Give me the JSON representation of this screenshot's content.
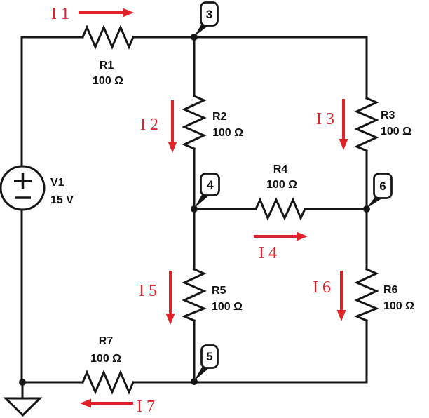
{
  "schematic": {
    "kind": "circuit-schematic",
    "colors": {
      "wire": "#161616",
      "current": "#e12229",
      "background": "#ffffff"
    },
    "voltage_source": {
      "name": "V1",
      "value": "15 V",
      "positive_terminal": "top",
      "symbols": [
        "plus-sign",
        "minus-sign"
      ]
    },
    "resistors": [
      {
        "name": "R1",
        "value": "100 Ω"
      },
      {
        "name": "R2",
        "value": "100 Ω"
      },
      {
        "name": "R3",
        "value": "100 Ω"
      },
      {
        "name": "R4",
        "value": "100 Ω"
      },
      {
        "name": "R5",
        "value": "100 Ω"
      },
      {
        "name": "R6",
        "value": "100 Ω"
      },
      {
        "name": "R7",
        "value": "100 Ω"
      }
    ],
    "nodes": [
      {
        "label": "3"
      },
      {
        "label": "4"
      },
      {
        "label": "5"
      },
      {
        "label": "6"
      }
    ],
    "currents": [
      {
        "label": "I 1",
        "direction": "right"
      },
      {
        "label": "I 2",
        "direction": "down"
      },
      {
        "label": "I 3",
        "direction": "down"
      },
      {
        "label": "I 4",
        "direction": "right"
      },
      {
        "label": "I 5",
        "direction": "down"
      },
      {
        "label": "I 6",
        "direction": "down"
      },
      {
        "label": "I 7",
        "direction": "left"
      }
    ],
    "other_symbols": [
      "ground-symbol",
      "junction-dot"
    ]
  }
}
